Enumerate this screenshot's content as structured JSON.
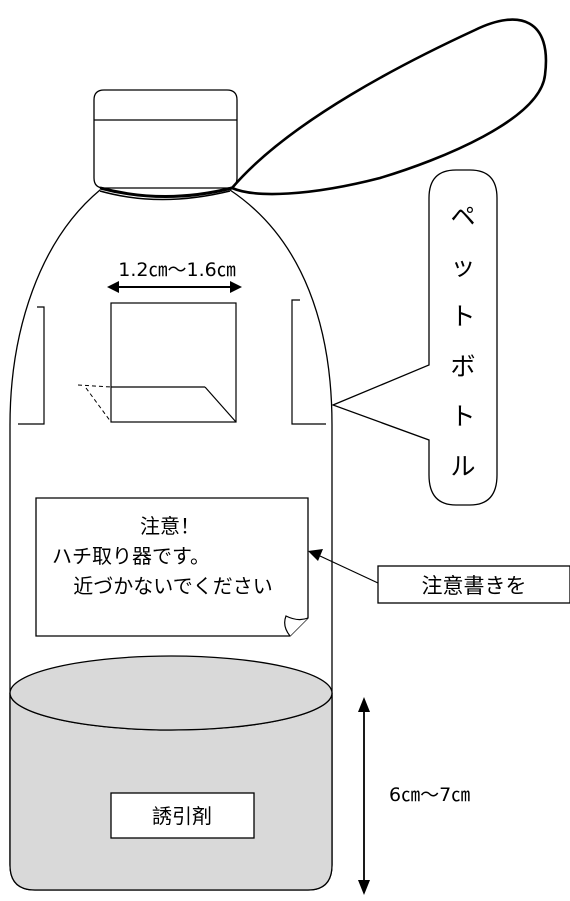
{
  "diagram": {
    "dimension_top": "1.2㎝～1.6㎝",
    "dimension_side": "6㎝～7㎝",
    "bottle_label_chars": [
      "ペ",
      "ッ",
      "ト",
      "ボ",
      "ト",
      "ル"
    ],
    "note_lines": [
      "注意！",
      "ハチ取り器です。",
      "近づかないでください"
    ],
    "note_callout": "注意書きを",
    "bait_label": "誘引剤",
    "colors": {
      "stroke": "#000000",
      "liquid": "#d9d9d9",
      "background": "#ffffff"
    }
  }
}
